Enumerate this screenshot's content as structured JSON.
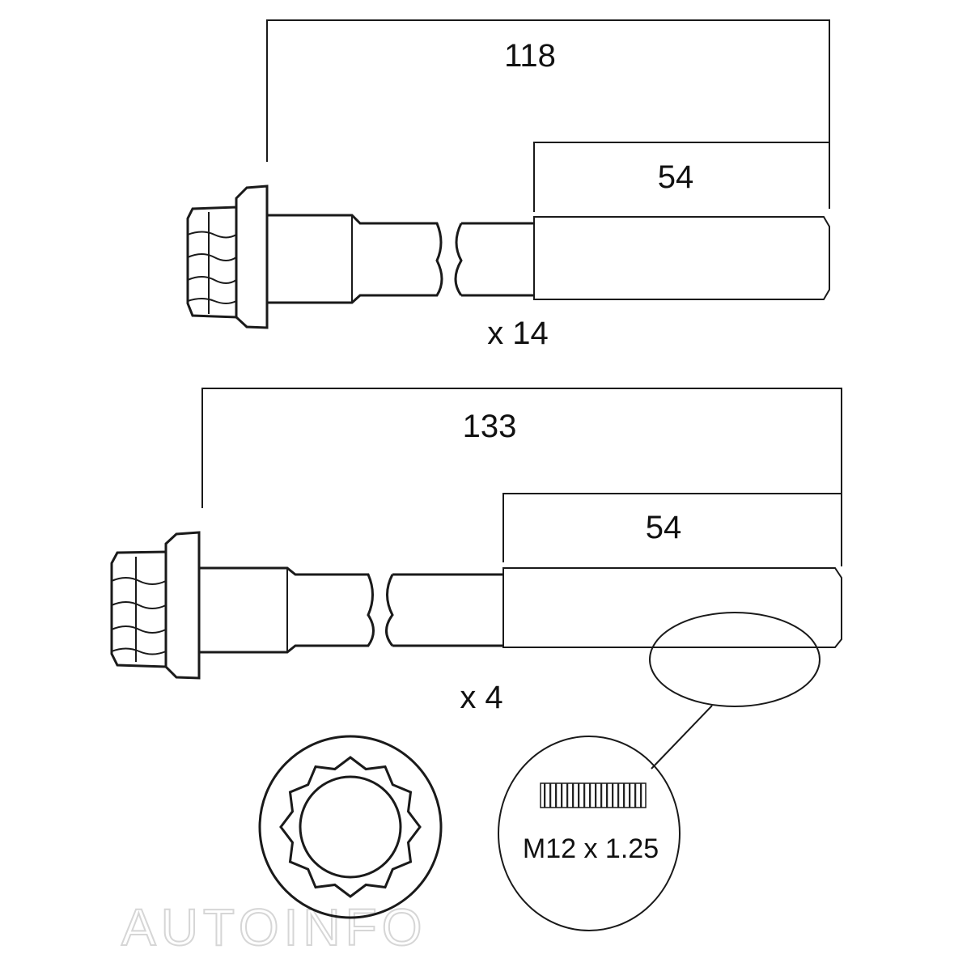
{
  "bolts": [
    {
      "total_length": "118",
      "thread_length": "54",
      "quantity": "x 14"
    },
    {
      "total_length": "133",
      "thread_length": "54",
      "quantity": "x 4"
    }
  ],
  "thread_spec": "M12 x 1.25",
  "watermark": "AUTOINFO",
  "colors": {
    "ink": "#1a1a1a",
    "watermark": "#d6d6d6"
  }
}
